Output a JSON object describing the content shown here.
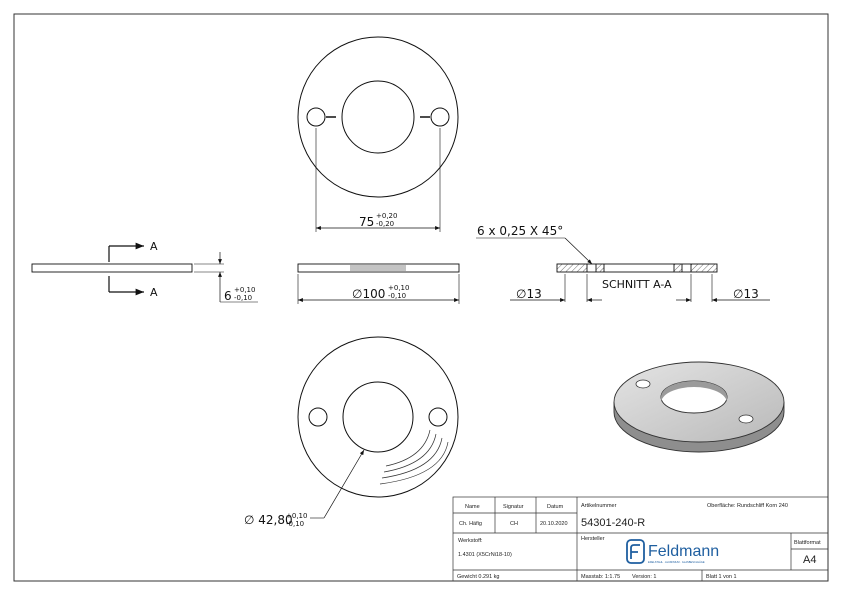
{
  "drawing": {
    "dim_hole_spacing": "75",
    "tol_hole_spacing_upper": "+0,20",
    "tol_hole_spacing_lower": "-0,20",
    "chamfer_note": "6 x 0,25 X 45°",
    "thickness": "6",
    "tol_thickness_upper": "+0,10",
    "tol_thickness_lower": "-0,10",
    "outer_diameter": "∅100",
    "tol_outer_upper": "+0,10",
    "tol_outer_lower": "-0,10",
    "hole_left": "∅13",
    "hole_right": "∅13",
    "section_title": "SCHNITT A-A",
    "section_label_top": "A",
    "section_label_bottom": "A",
    "inner_diameter": "∅ 42,80",
    "tol_inner_upper": "+0,10",
    "tol_inner_lower": "-0,10"
  },
  "title_block": {
    "h_name": "Name",
    "h_signatur": "Signatur",
    "h_datum": "Datum",
    "name": "Ch. Häfig",
    "signatur": "CH",
    "datum": "20.10.2020",
    "artikel_label": "Artikelnummer",
    "oberflaeche": "Oberfläche: Rundschliff Korn 240",
    "artikel_nr": "54301-240-R",
    "werkstoff_label": "Werkstoff:",
    "werkstoff": "1.4301 (X5CrNi18-10)",
    "hersteller_label": "Hersteller",
    "brand": "Feldmann",
    "brand_tagline": "EDELSTAHL · ALUMINIUM · GLASBESCHLÄGE",
    "blattformat_label": "Blattformat",
    "blattformat": "A4",
    "gewicht": "Gewicht 0.291 kg",
    "masstab": "Masstab: 1:1.75",
    "version": "Version: 1",
    "blatt": "Blatt 1 von 1"
  }
}
